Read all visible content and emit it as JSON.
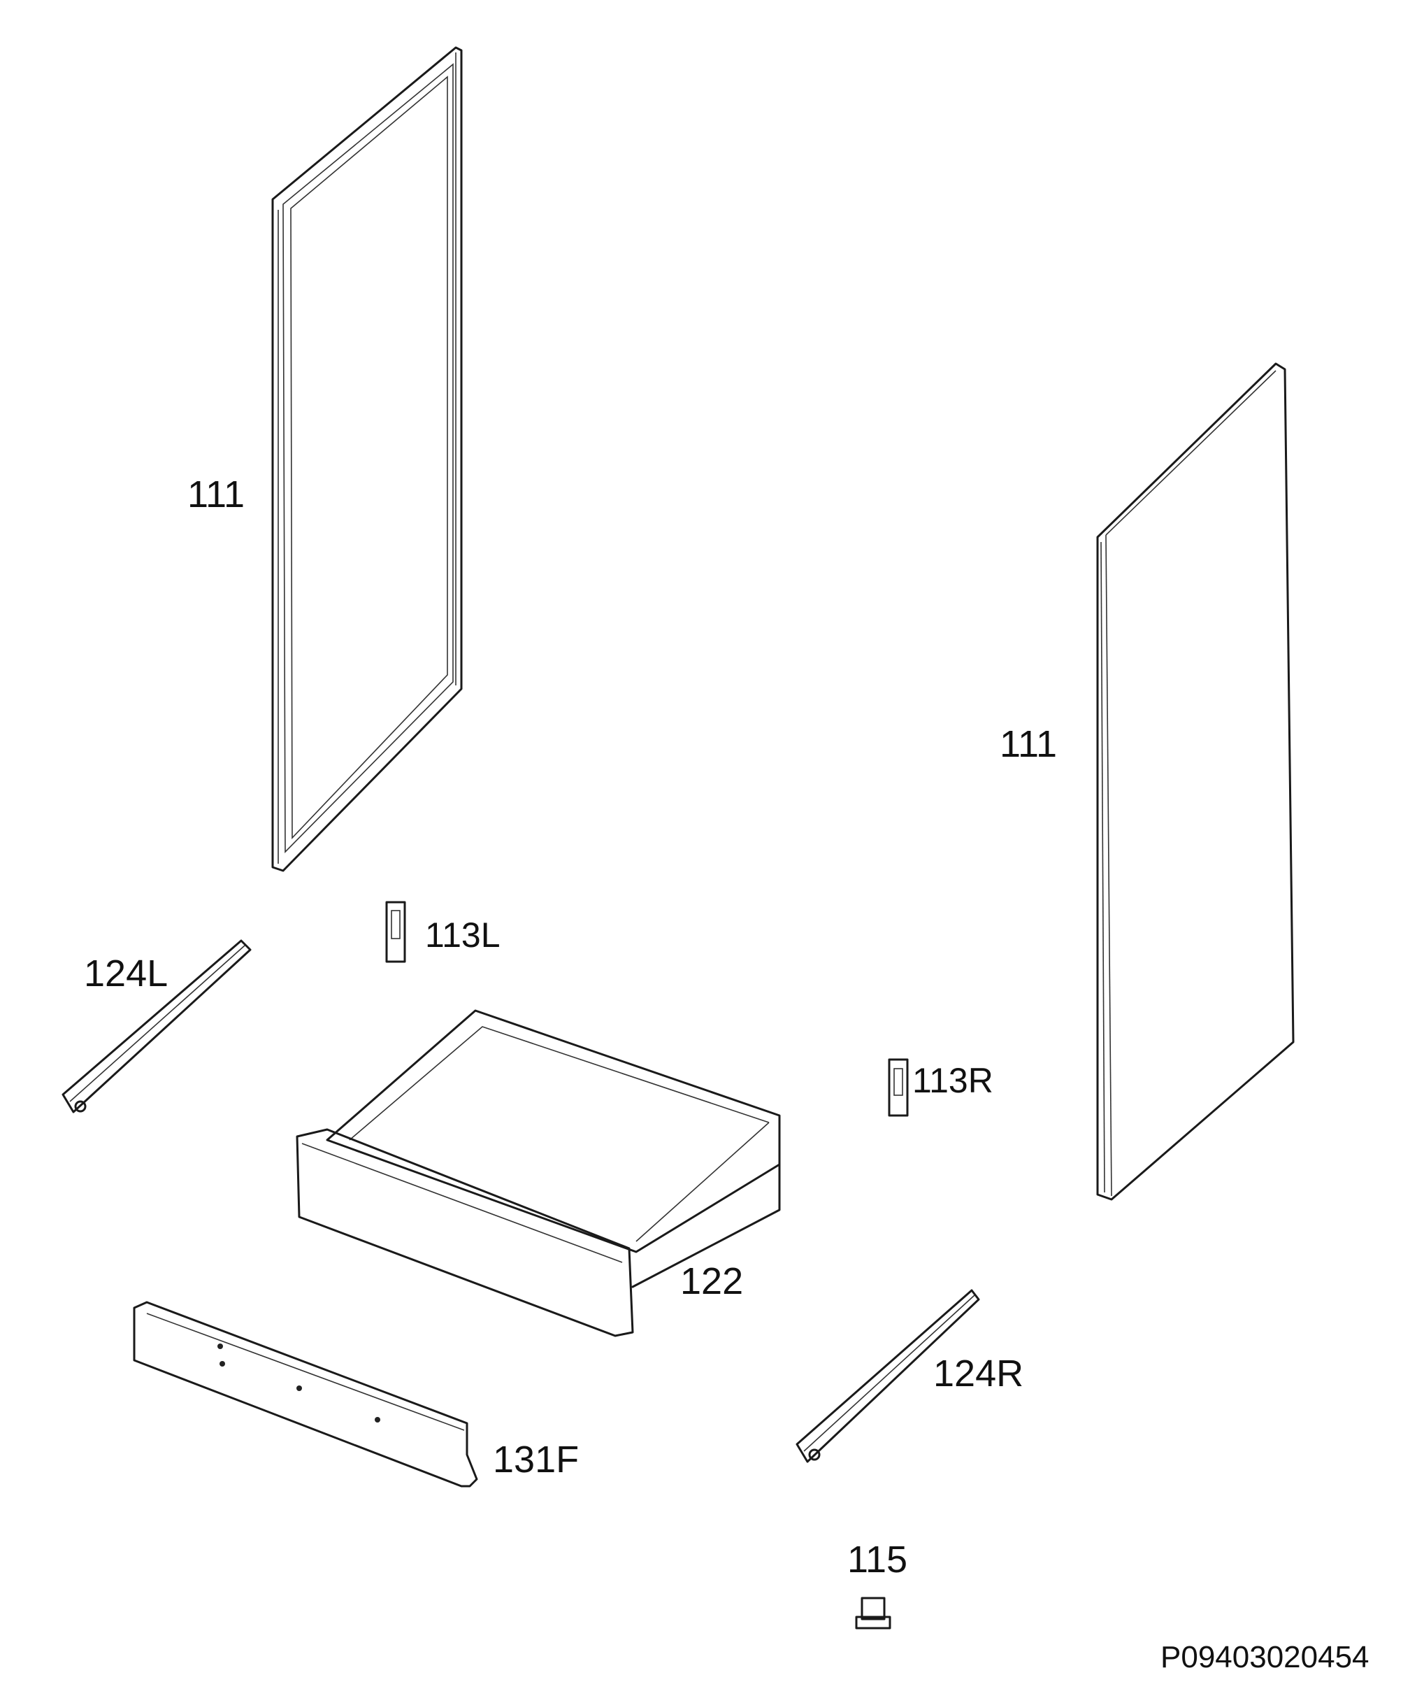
{
  "labels": {
    "side_panel_left": "111",
    "side_panel_right": "111",
    "hinge_left": "113L",
    "hinge_right": "113R",
    "rail_left": "124L",
    "rail_right": "124R",
    "drawer": "122",
    "front_panel": "131F",
    "foot": "115"
  },
  "reference_code": "P09403020454"
}
